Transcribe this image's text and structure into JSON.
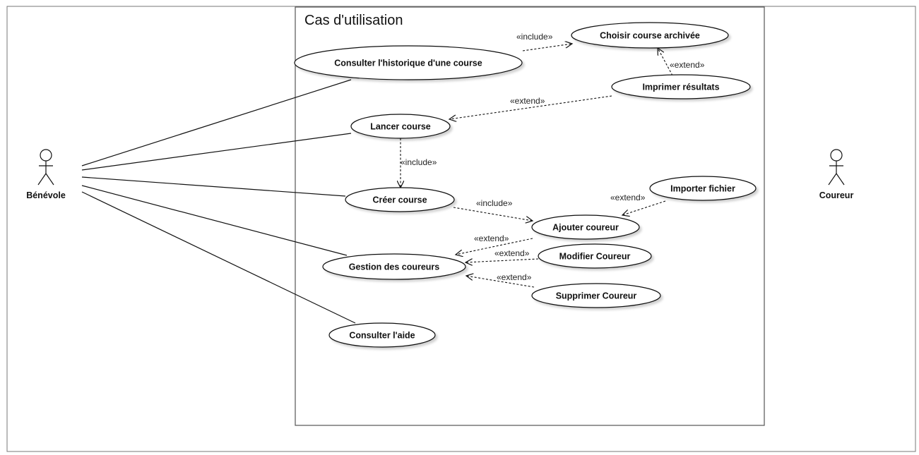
{
  "system": {
    "title": "Cas d'utilisation"
  },
  "actors": {
    "benevole": "Bénévole",
    "coureur": "Coureur"
  },
  "use_cases": {
    "choisir_course_archivee": "Choisir course archivée",
    "consulter_historique": "Consulter l'historique d'une course",
    "imprimer_resultats": "Imprimer résultats",
    "lancer_course": "Lancer course",
    "creer_course": "Créer course",
    "importer_fichier": "Importer fichier",
    "ajouter_coureur": "Ajouter coureur",
    "gestion_coureurs": "Gestion des coureurs",
    "modifier_coureur": "Modifier Coureur",
    "supprimer_coureur": "Supprimer Coureur",
    "consulter_aide": "Consulter l'aide"
  },
  "stereotypes": {
    "include": "«include»",
    "extend": "«extend»"
  },
  "relations": [
    {
      "from": "consulter_historique",
      "to": "choisir_course_archivee",
      "type": "include"
    },
    {
      "from": "imprimer_resultats",
      "to": "choisir_course_archivee",
      "type": "extend"
    },
    {
      "from": "imprimer_resultats",
      "to": "lancer_course",
      "type": "extend"
    },
    {
      "from": "lancer_course",
      "to": "creer_course",
      "type": "include"
    },
    {
      "from": "creer_course",
      "to": "ajouter_coureur",
      "type": "include"
    },
    {
      "from": "importer_fichier",
      "to": "ajouter_coureur",
      "type": "extend"
    },
    {
      "from": "ajouter_coureur",
      "to": "gestion_coureurs",
      "type": "extend"
    },
    {
      "from": "modifier_coureur",
      "to": "gestion_coureurs",
      "type": "extend"
    },
    {
      "from": "supprimer_coureur",
      "to": "gestion_coureurs",
      "type": "extend"
    }
  ],
  "associations": [
    {
      "actor": "benevole",
      "use_case": "consulter_historique"
    },
    {
      "actor": "benevole",
      "use_case": "lancer_course"
    },
    {
      "actor": "benevole",
      "use_case": "creer_course"
    },
    {
      "actor": "benevole",
      "use_case": "gestion_coureurs"
    },
    {
      "actor": "benevole",
      "use_case": "consulter_aide"
    }
  ]
}
